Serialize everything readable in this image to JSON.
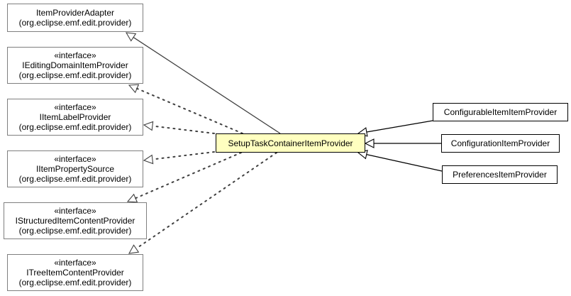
{
  "colors": {
    "focus_fill": "#ffffc0",
    "edge": "#404040",
    "interface_border": "#7f7f7f",
    "background": "#ffffff"
  },
  "center": {
    "name": "SetupTaskContainerItemProvider"
  },
  "parents": [
    {
      "id": "item-provider-adapter",
      "stereotype": "",
      "name": "ItemProviderAdapter",
      "package": "(org.eclipse.emf.edit.provider)",
      "relation": "extends"
    },
    {
      "id": "iediting-domain-item-provider",
      "stereotype": "«interface»",
      "name": "IEditingDomainItemProvider",
      "package": "(org.eclipse.emf.edit.provider)",
      "relation": "implements"
    },
    {
      "id": "iitem-label-provider",
      "stereotype": "«interface»",
      "name": "IItemLabelProvider",
      "package": "(org.eclipse.emf.edit.provider)",
      "relation": "implements"
    },
    {
      "id": "iitem-property-source",
      "stereotype": "«interface»",
      "name": "IItemPropertySource",
      "package": "(org.eclipse.emf.edit.provider)",
      "relation": "implements"
    },
    {
      "id": "istructured-item-content-provider",
      "stereotype": "«interface»",
      "name": "IStructuredItemContentProvider",
      "package": "(org.eclipse.emf.edit.provider)",
      "relation": "implements"
    },
    {
      "id": "itree-item-content-provider",
      "stereotype": "«interface»",
      "name": "ITreeItemContentProvider",
      "package": "(org.eclipse.emf.edit.provider)",
      "relation": "implements"
    }
  ],
  "children": [
    {
      "id": "configurable-item-item-provider",
      "name": "ConfigurableItemItemProvider"
    },
    {
      "id": "configuration-item-provider",
      "name": "ConfigurationItemProvider"
    },
    {
      "id": "preferences-item-provider",
      "name": "PreferencesItemProvider"
    }
  ]
}
